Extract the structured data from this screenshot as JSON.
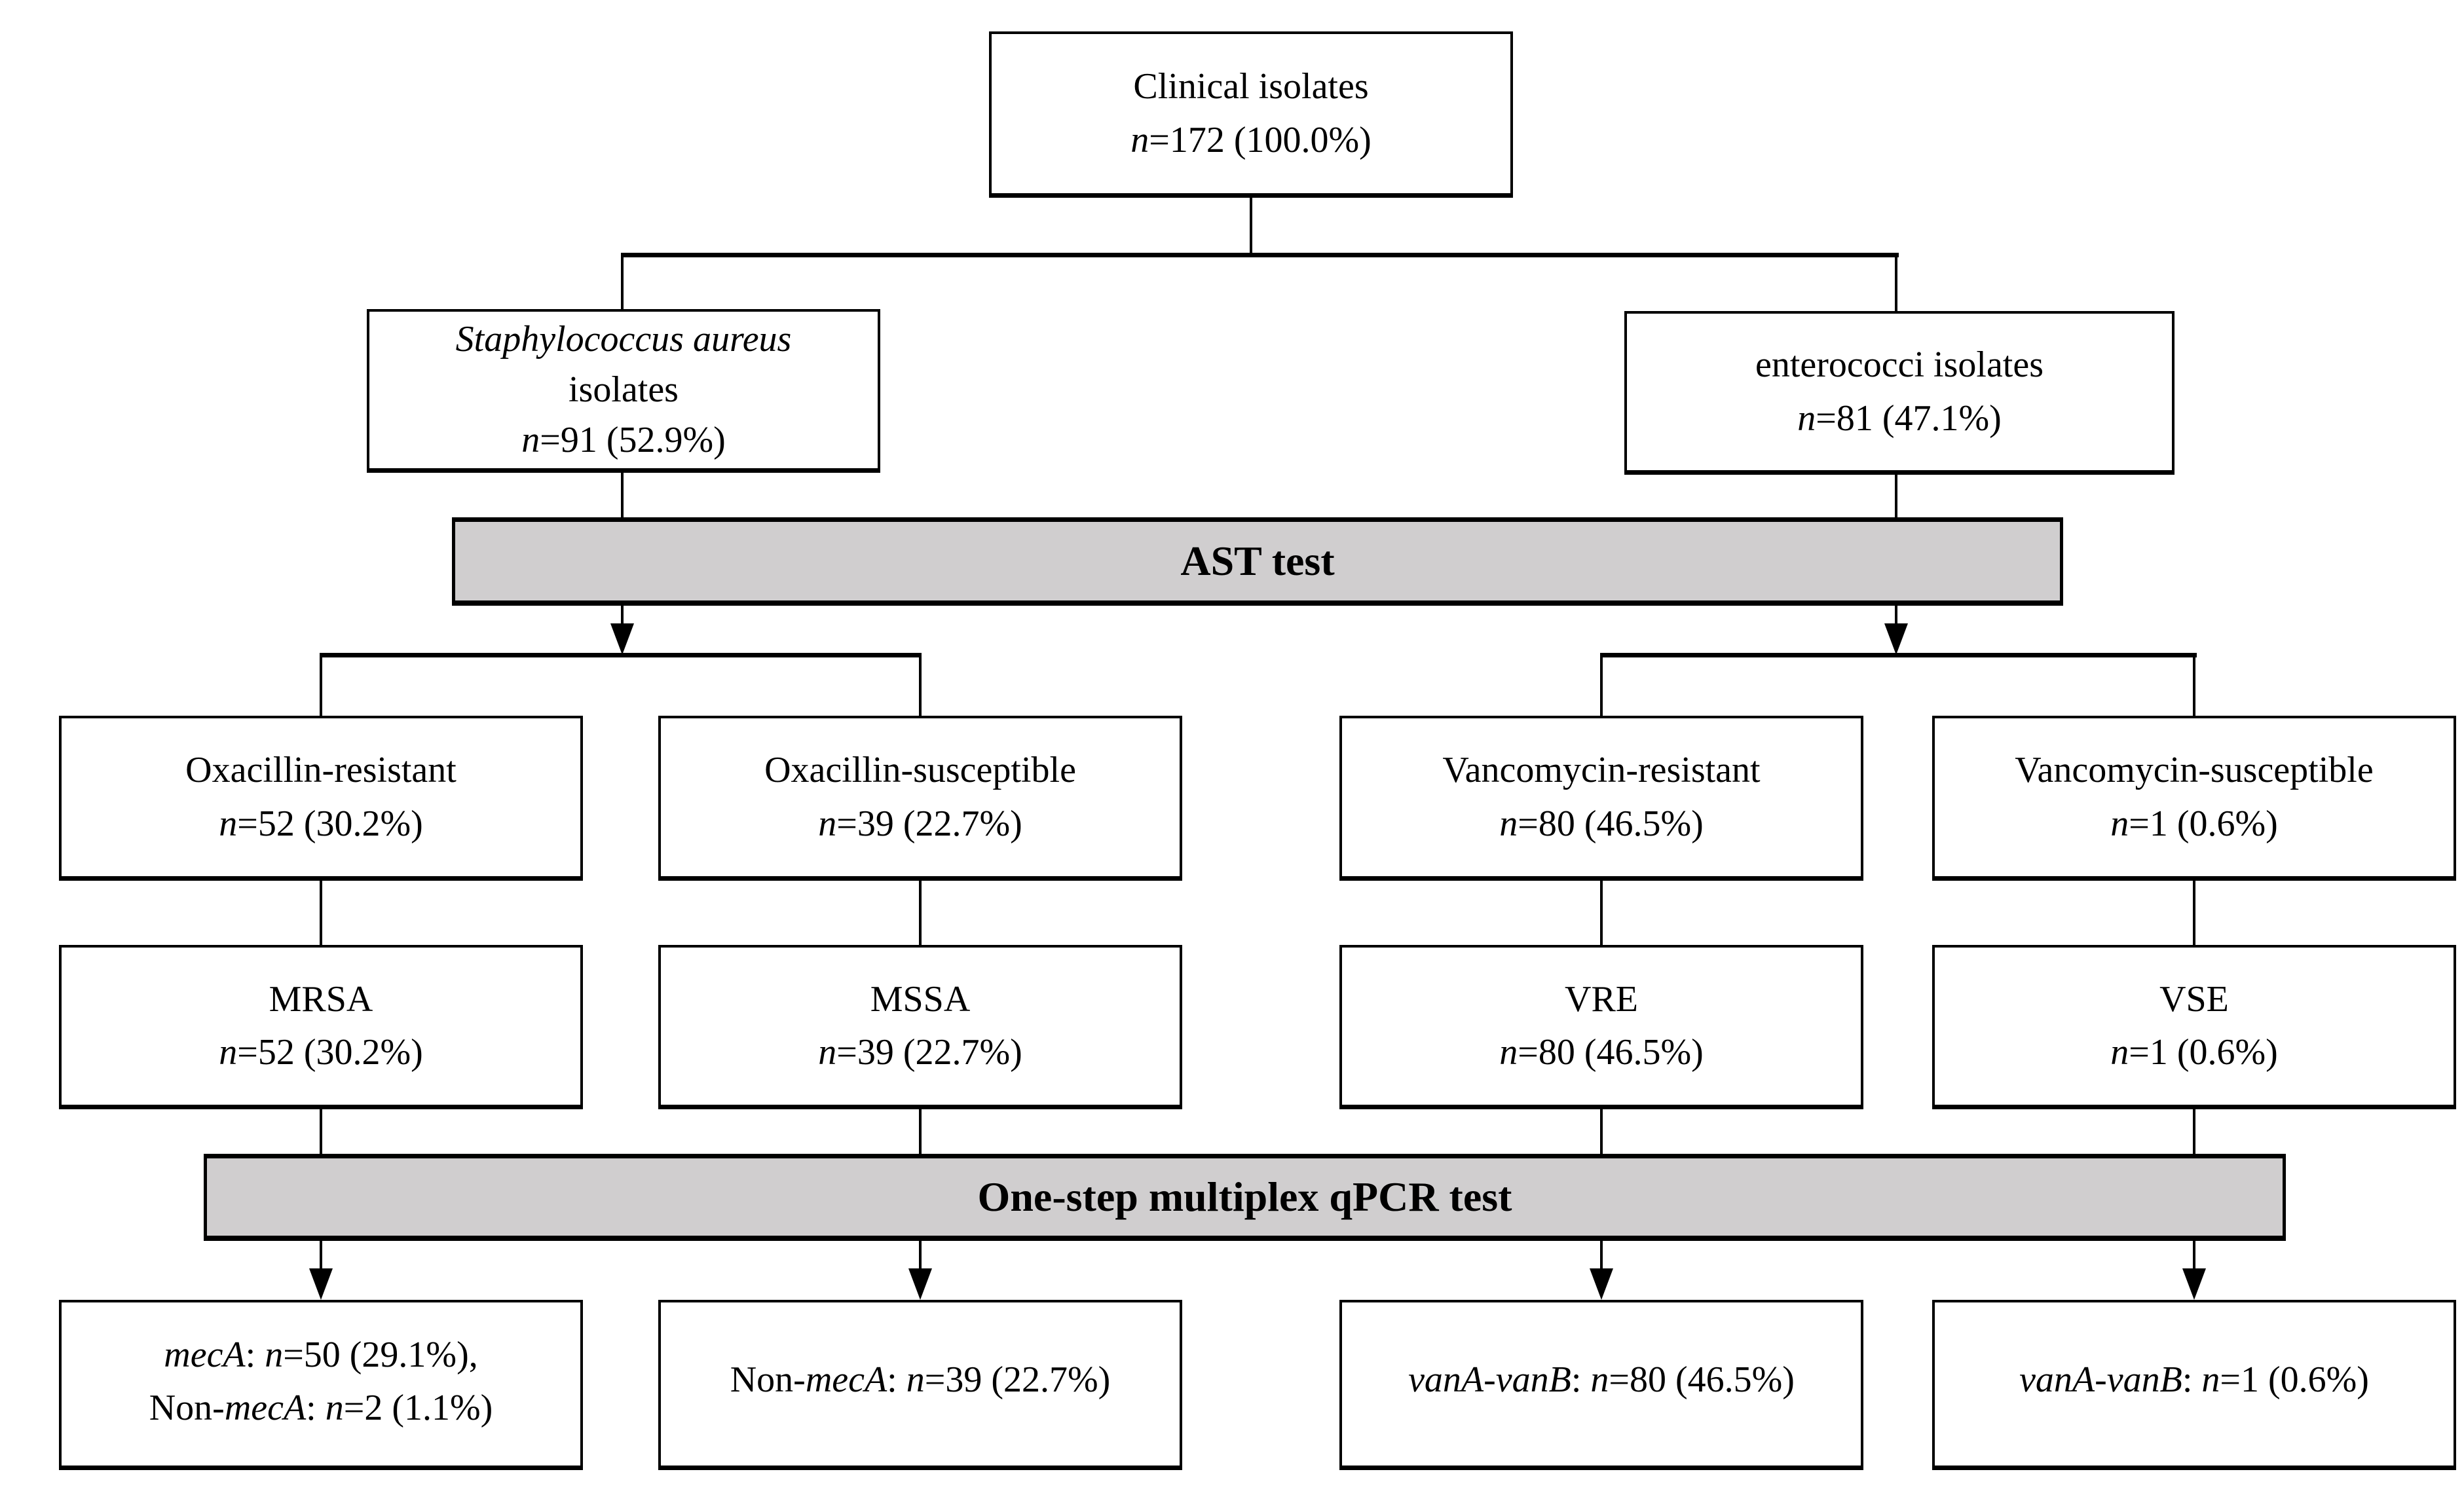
{
  "diagram": {
    "colors": {
      "background": "#ffffff",
      "box_border": "#000000",
      "bar_fill": "#d0cecf",
      "text": "#000000"
    },
    "bars": [
      {
        "id": "ast-test",
        "label": "AST test"
      },
      {
        "id": "qpcr-test",
        "label": "One-step multiplex qPCR test"
      }
    ],
    "nodes": [
      {
        "id": "clinical-isolates",
        "lines": [
          [
            {
              "t": "Clinical isolates"
            }
          ],
          [
            {
              "t": "n",
              "i": 1
            },
            {
              "t": "=172 (100.0%)"
            }
          ]
        ]
      },
      {
        "id": "staphylococcus-aureus-isolates",
        "lines": [
          [
            {
              "t": "Staphylococcus aureus",
              "i": 1
            }
          ],
          [
            {
              "t": "isolates"
            }
          ],
          [
            {
              "t": "n",
              "i": 1
            },
            {
              "t": "=91 (52.9%)"
            }
          ]
        ]
      },
      {
        "id": "enterococci-isolates",
        "lines": [
          [
            {
              "t": "enterococci isolates"
            }
          ],
          [
            {
              "t": "n",
              "i": 1
            },
            {
              "t": "=81 (47.1%)"
            }
          ]
        ]
      },
      {
        "id": "oxacillin-resistant",
        "lines": [
          [
            {
              "t": "Oxacillin-resistant"
            }
          ],
          [
            {
              "t": "n",
              "i": 1
            },
            {
              "t": "=52 (30.2%)"
            }
          ]
        ]
      },
      {
        "id": "oxacillin-susceptible",
        "lines": [
          [
            {
              "t": "Oxacillin-susceptible"
            }
          ],
          [
            {
              "t": "n",
              "i": 1
            },
            {
              "t": "=39 (22.7%)"
            }
          ]
        ]
      },
      {
        "id": "vancomycin-resistant",
        "lines": [
          [
            {
              "t": "Vancomycin-resistant"
            }
          ],
          [
            {
              "t": "n",
              "i": 1
            },
            {
              "t": "=80 (46.5%)"
            }
          ]
        ]
      },
      {
        "id": "vancomycin-susceptible",
        "lines": [
          [
            {
              "t": "Vancomycin-susceptible"
            }
          ],
          [
            {
              "t": "n",
              "i": 1
            },
            {
              "t": "=1 (0.6%)"
            }
          ]
        ]
      },
      {
        "id": "mrsa",
        "lines": [
          [
            {
              "t": "MRSA"
            }
          ],
          [
            {
              "t": "n",
              "i": 1
            },
            {
              "t": "=52 (30.2%)"
            }
          ]
        ]
      },
      {
        "id": "mssa",
        "lines": [
          [
            {
              "t": "MSSA"
            }
          ],
          [
            {
              "t": "n",
              "i": 1
            },
            {
              "t": "=39 (22.7%)"
            }
          ]
        ]
      },
      {
        "id": "vre",
        "lines": [
          [
            {
              "t": "VRE"
            }
          ],
          [
            {
              "t": "n",
              "i": 1
            },
            {
              "t": "=80 (46.5%)"
            }
          ]
        ]
      },
      {
        "id": "vse",
        "lines": [
          [
            {
              "t": "VSE"
            }
          ],
          [
            {
              "t": "n",
              "i": 1
            },
            {
              "t": "=1 (0.6%)"
            }
          ]
        ]
      },
      {
        "id": "meca-result",
        "lines": [
          [
            {
              "t": "mecA",
              "i": 1
            },
            {
              "t": ": "
            },
            {
              "t": "n",
              "i": 1
            },
            {
              "t": "=50 (29.1%),"
            }
          ],
          [
            {
              "t": "Non-"
            },
            {
              "t": "mecA",
              "i": 1
            },
            {
              "t": ": "
            },
            {
              "t": "n",
              "i": 1
            },
            {
              "t": "=2 (1.1%)"
            }
          ]
        ]
      },
      {
        "id": "non-meca-result",
        "lines": [
          [
            {
              "t": "Non-"
            },
            {
              "t": "mecA",
              "i": 1
            },
            {
              "t": ": "
            },
            {
              "t": "n",
              "i": 1
            },
            {
              "t": "=39 (22.7%)"
            }
          ]
        ]
      },
      {
        "id": "vana-vanb-vre-result",
        "lines": [
          [
            {
              "t": "vanA-vanB",
              "i": 1
            },
            {
              "t": ": "
            },
            {
              "t": "n",
              "i": 1
            },
            {
              "t": "=80 (46.5%)"
            }
          ]
        ]
      },
      {
        "id": "vana-vanb-vse-result",
        "lines": [
          [
            {
              "t": "vanA-vanB",
              "i": 1
            },
            {
              "t": ": "
            },
            {
              "t": "n",
              "i": 1
            },
            {
              "t": "=1 (0.6%)"
            }
          ]
        ]
      }
    ]
  }
}
